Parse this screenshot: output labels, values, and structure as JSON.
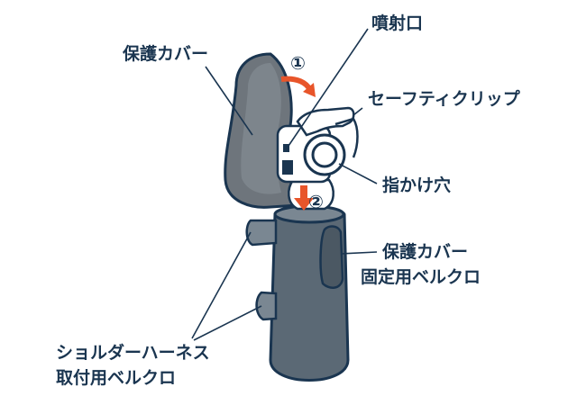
{
  "diagram": {
    "labels": {
      "nozzle": "噴射口",
      "cover": "保護カバー",
      "safety_clip": "セーフティクリップ",
      "finger_hole": "指かけ穴",
      "cover_strap_line1": "保護カバー",
      "cover_strap_line2": "固定用ベルクロ",
      "harness_line1": "ショルダーハーネス",
      "harness_line2": "取付用ベルクロ"
    },
    "step_markers": [
      "②",
      "①"
    ],
    "colors": {
      "outline": "#1a3550",
      "body": "#5b6975",
      "cover_inner": "#6e757c",
      "light": "#ffffff",
      "arrow": "#e8552a",
      "text": "#1a3550"
    }
  }
}
